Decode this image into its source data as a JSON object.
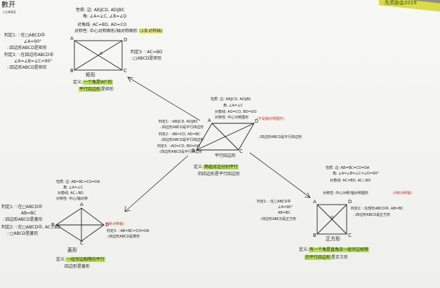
{
  "header": {
    "title": "數开",
    "subtitle": "八(4)02",
    "banner": "先奖励会2019"
  },
  "rectangle": {
    "props": [
      "性质: 边: AB∥CD, AD∥BC",
      "角: ∠A=∠C, ∠B=∠D",
      "对角线: AC=BD, AO=CO"
    ],
    "symmetry": "对称性: 中心对称图形/轴对称图形",
    "symmetry_note": "(2条对称轴)",
    "judge1": "判定1: ∵在□ABCD中",
    "judge1b": "∠A=90°",
    "judge1c": "∴四边形ABCD是矩形",
    "judge2": "判定2: ∵在四边形ABCD中",
    "judge2b": "∠A=∠B=∠C=90°",
    "judge2c": "∴四边形ABCD是矩形",
    "judge3": "判定3: ∵AC=BD",
    "judge3b": "∴□ABCD是矩形",
    "name": "矩形",
    "def_prefix": "定义:",
    "def_hl": "一个角是90°的",
    "def_rest": "平行四边形",
    "def_tail": "是矩形"
  },
  "parallelogram": {
    "props": [
      "性质: 边: AB∥CD, AD∥BC",
      "角: ∠A=∠C",
      "对角线: AO=CO, BO=DO",
      "对称性: 中心对称图形"
    ],
    "note": "(不是轴对称图形)",
    "judge1": "判定1: ∵AB∥CD, AD∥BC",
    "judge1b": "∴四边形ABCD是平行四边形",
    "judge2": "判定2: ∵AB=CD, AD=BC",
    "judge2b": "∴四边形ABCD是平行四边形",
    "judge3": "判定3: ∵AO=CO, BO=DO",
    "judge3b": "∴四边形ABCD是平行四边形",
    "right": "∴四边形ABCD是平行四边形",
    "name": "平行四边形",
    "def_prefix": "定义:",
    "def_hl": "两组对边分别平行",
    "def_rest": "的四边形是平行四边形"
  },
  "rhombus": {
    "props": [
      "性质: 边: AB=BC=CD=DA",
      "角: ∠A=∠C",
      "对角线: AC⊥BD",
      "对称性: 中心/轴对称"
    ],
    "judge1": "判定1: ∵在□ABCD中",
    "judge1b": "AB=BC",
    "judge1c": "∴四边形ABCD是菱形",
    "judge2": "判定2: ∵在□ABCD中, AC⊥BD",
    "judge2b": "∴□ABCD是菱形",
    "judge3": "判定3: ∵AB=BC=CD=DA",
    "judge3b": "∴四边形ABCD是菱形",
    "note": "(2条对称轴)",
    "name": "菱形",
    "def_prefix": "定义:",
    "def_hl": "一组邻边相等的平行",
    "def_rest": "四边形是菱形"
  },
  "square": {
    "props": [
      "性质: 边: AB=BC=CD=DA",
      "角: ∠A=∠B=∠C=∠D=90°",
      "对角线: AC=BD, AC⊥BD",
      "对称性: 中心对称/轴对称图形"
    ],
    "note": "(4条对称轴)",
    "judge1": "判定1: ∵在□ABCD中",
    "judge1b": "∠A=90°",
    "judge1c": "AB=BC",
    "judge1d": "∴四边形ABCD是正方形",
    "judge2": "判定2: ∵在矩形ABCD中, AB=BC",
    "judge2b": "∴四边形ABCD是正方形",
    "name": "正方形",
    "def_prefix": "定义:",
    "def_hl": "有一个角是直角且一组邻边相等",
    "def_hl2": "的平行四边形",
    "def_rest": "是正方形"
  },
  "labels": {
    "A": "A",
    "B": "B",
    "C": "C",
    "D": "D",
    "O": "O"
  }
}
